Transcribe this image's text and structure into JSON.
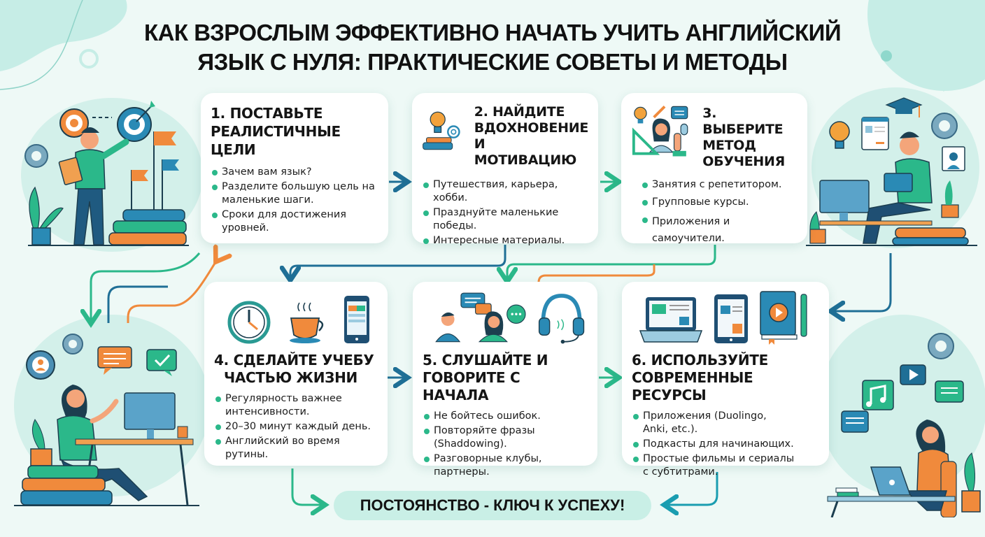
{
  "title": {
    "line1": "КАК ВЗРОСЛЫМ ЭФФЕКТИВНО НАЧАТЬ УЧИТЬ АНГЛИЙСКИЙ",
    "line2": "ЯЗЫК С НУЛЯ: ПРАКТИЧЕСКИЕ СОВЕТЫ И МЕТОДЫ"
  },
  "steps": [
    {
      "number": "1.",
      "title_lines": [
        "1.  ПОСТАВЬТЕ",
        "РЕАЛИСТИЧНЫЕ",
        "ЦЕЛИ"
      ],
      "bullets": [
        "Зачем вам язык?",
        "Разделите большую цель на маленькие шаги.",
        "Сроки для достижения уровней."
      ],
      "icons": []
    },
    {
      "number": "2.",
      "title_lines": [
        "2. НАЙДИТЕ",
        "ВДОХНОВЕНИЕ",
        "И МОТИВАЦИЮ"
      ],
      "bullets": [
        "Путешествия, карьера, хобби.",
        "Празднуйте маленькие победы.",
        "Интересные материалы."
      ],
      "icons": [
        "lightbulb-icon",
        "gear-icon",
        "books-icon"
      ]
    },
    {
      "number": "3.",
      "title_lines": [
        "3. ВЫБЕРИТЕ",
        "МЕТОД",
        "ОБУЧЕНИЯ"
      ],
      "bullets": [
        "Занятия с репетитором.",
        "Групповые курсы.",
        "Приложения и самоучители."
      ],
      "icons": [
        "lightbulb-icon",
        "pencil-icon",
        "teacher-icon",
        "chat-icon",
        "ruler-triangle-icon",
        "mouse-icon"
      ]
    },
    {
      "number": "4.",
      "title_lines": [
        "4. СДЕЛАЙТЕ УЧЕБУ",
        "ЧАСТЬЮ ЖИЗНИ"
      ],
      "bullets": [
        "Регулярность важнее интенсивности.",
        "20–30 минут каждый день.",
        "Английский во время рутины."
      ],
      "icons": [
        "clock-icon",
        "coffee-cup-icon",
        "smartphone-icon"
      ]
    },
    {
      "number": "5.",
      "title_lines": [
        "5. СЛУШАЙТЕ И",
        "ГОВОРИТЕ С НАЧАЛА"
      ],
      "bullets": [
        "Не бойтесь ошибок.",
        "Повторяйте фразы (Shaddowing).",
        "Разговорные клубы, партнеры."
      ],
      "icons": [
        "conversation-people-icon",
        "chat-bubbles-icon",
        "headset-icon"
      ]
    },
    {
      "number": "6.",
      "title_lines": [
        "6. ИСПОЛЬЗУЙТЕ",
        "СОВРЕМЕННЫЕ РЕСУРСЫ"
      ],
      "bullets": [
        "Приложения (Duolingo, Anki, etc.).",
        "Подкасты для начинающих.",
        "Простые фильмы и сериалы с субтитрами."
      ],
      "icons": [
        "laptop-icon",
        "tablet-icon",
        "video-book-icon",
        "pen-icon"
      ]
    }
  ],
  "footer": {
    "slogan": "ПОСТОЯНСТВО - КЛЮЧ К УСПЕХУ!"
  },
  "colors": {
    "background": "#eef9f6",
    "card": "#ffffff",
    "teal": "#2bb88a",
    "blue": "#1f6f96",
    "orange": "#f08a3c",
    "dark_blue": "#1c4f73",
    "pill": "#c9efe6"
  }
}
